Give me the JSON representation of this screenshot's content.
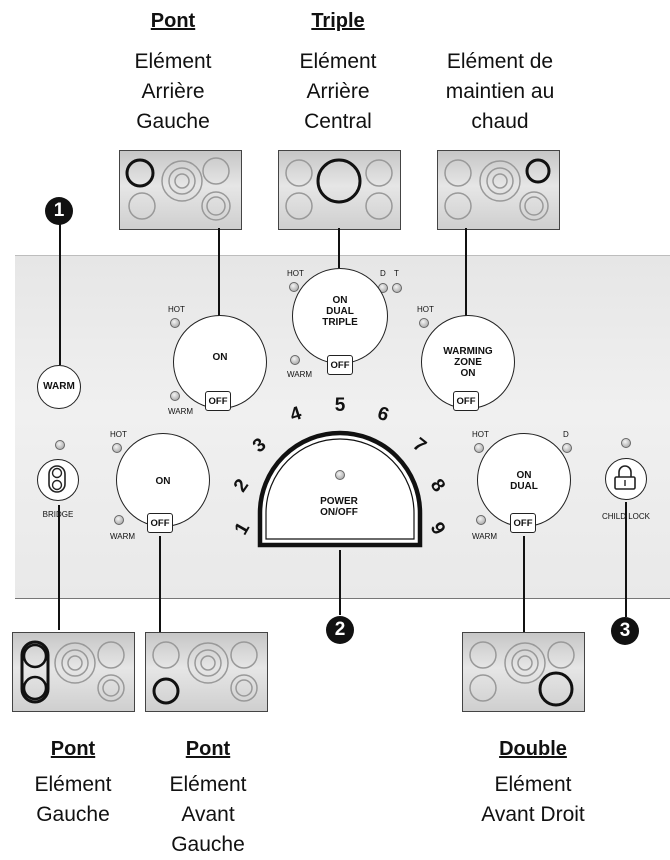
{
  "labels": {
    "rear_left": {
      "title": "Pont",
      "desc": "Elément\nArrière\nGauche"
    },
    "rear_center": {
      "title": "Triple",
      "desc": "Elément\nArrière\nCentral"
    },
    "warming_zone": {
      "title": "",
      "desc": "Elément de\nmaintien au\nchaud"
    },
    "left": {
      "title": "Pont",
      "desc": "Elément\nGauche"
    },
    "front_left": {
      "title": "Pont",
      "desc": "Elément\nAvant\nGauche"
    },
    "front_right": {
      "title": "Double",
      "desc": "Elément\nAvant Droit"
    }
  },
  "callouts": [
    "1",
    "2",
    "3"
  ],
  "controls": {
    "warm": "WARM",
    "bridge": "BRIDGE",
    "child_lock": "CHILD LOCK",
    "rear_left_knob": {
      "label": "ON",
      "hot": "HOT",
      "warm": "WARM",
      "off": "OFF"
    },
    "rear_center_knob": {
      "label": "ON\nDUAL\nTRIPLE",
      "hot": "HOT",
      "d": "D",
      "t": "T",
      "warm": "WARM",
      "off": "OFF"
    },
    "warming_knob": {
      "label": "WARMING\nZONE\nON",
      "hot": "HOT",
      "off": "OFF"
    },
    "front_left_knob": {
      "label": "ON",
      "hot": "HOT",
      "warm": "WARM",
      "off": "OFF"
    },
    "front_right_knob": {
      "label": "ON\nDUAL",
      "hot": "HOT",
      "d": "D",
      "warm": "WARM",
      "off": "OFF"
    },
    "power_dial": {
      "label": "POWER\nON/OFF",
      "numbers": [
        "1",
        "2",
        "3",
        "4",
        "5",
        "6",
        "7",
        "8",
        "9"
      ]
    }
  },
  "icons": [
    "bridge-icon",
    "lock-icon"
  ]
}
